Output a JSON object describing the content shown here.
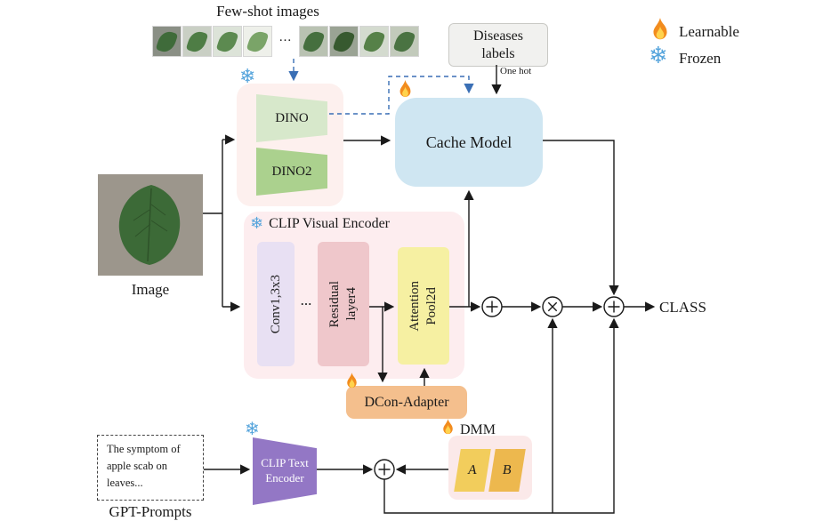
{
  "colors": {
    "dashed_arrow": "#3a6fb5",
    "solid_arrow": "#1a1a1a",
    "snowflake": "#55a4dc",
    "flame_outer": "#f28c1e",
    "flame_inner": "#ffd34d",
    "cache_bg": "#cfe6f2",
    "dino_panel_bg": "#fdf0ee",
    "dino1_bg": "#d7e8cb",
    "dino2_bg": "#abd18e",
    "clip_panel_bg": "#fdedef",
    "conv_bg": "#e8e0f3",
    "residual_bg": "#efc7cb",
    "attention_bg": "#f6f0a2",
    "dcon_bg": "#f4bf8d",
    "text_encoder_bg": "#9377c5",
    "dmm_panel_bg": "#fbe9e9",
    "matrix_a_bg": "#f2cd5c",
    "matrix_b_bg": "#edb84e",
    "diseases_bg": "#f1f1ef"
  },
  "icons": {
    "snowflake": "❄",
    "flame": "flame"
  },
  "legend": {
    "learnable": "Learnable",
    "frozen": "Frozen"
  },
  "few_shot": {
    "title": "Few-shot images",
    "dots": "...",
    "thumbnails": [
      {
        "bg": "#8a8f85",
        "leaf": "#3f6b3a"
      },
      {
        "bg": "#c9cfc4",
        "leaf": "#4e7d45"
      },
      {
        "bg": "#dce3d8",
        "leaf": "#5c8a50"
      },
      {
        "bg": "#eef0ea",
        "leaf": "#7aa468"
      },
      {
        "bg": "#b9c2b2",
        "leaf": "#456f3e"
      },
      {
        "bg": "#9aa394",
        "leaf": "#37592f"
      },
      {
        "bg": "#d4dbcf",
        "leaf": "#568148"
      },
      {
        "bg": "#c2cabb",
        "leaf": "#4a7342"
      }
    ]
  },
  "diseases": {
    "label": "Diseases\nlabels",
    "one_hot": "One hot"
  },
  "dino": {
    "model1": "DINO",
    "model2": "DINO2"
  },
  "cache_model": {
    "label": "Cache Model"
  },
  "input_image": {
    "caption": "Image"
  },
  "clip_visual": {
    "title": "CLIP Visual Encoder",
    "conv": "Conv1,3x3",
    "dots": "...",
    "residual": "Residual\nlayer4",
    "attention": "Attention\nPool2d"
  },
  "dcon_adapter": {
    "label": "DCon-Adapter"
  },
  "output": {
    "class_label": "CLASS"
  },
  "gpt_prompts": {
    "text": "The symptom of\napple scab on\nleaves...",
    "caption": "GPT-Prompts"
  },
  "text_encoder": {
    "label": "CLIP Text\nEncoder"
  },
  "dmm": {
    "label": "DMM",
    "matrix_a": "A",
    "matrix_b": "B"
  },
  "operators": {
    "add": "+",
    "multiply": "×"
  }
}
